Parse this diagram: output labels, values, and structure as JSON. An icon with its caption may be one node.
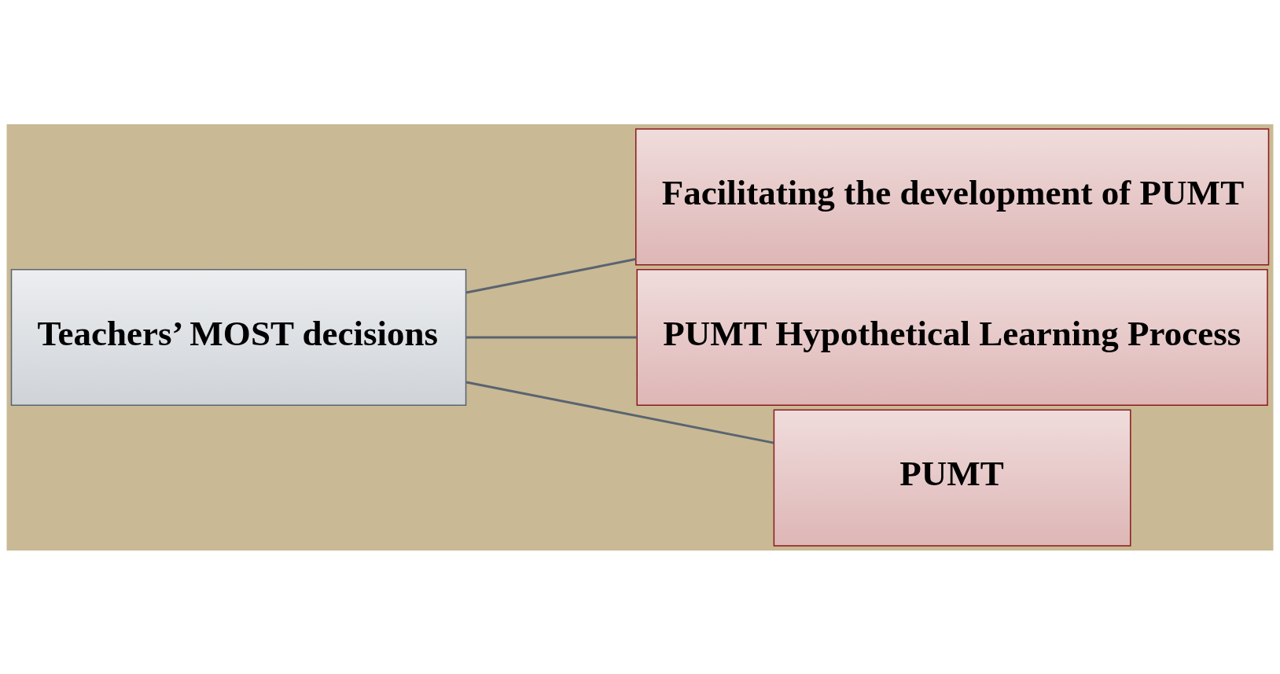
{
  "diagram": {
    "nodes": [
      {
        "text": [
          "Facilitating the development of PUMT"
        ]
      },
      {
        "text": [
          "PUMT Hypothetical Learning Process"
        ]
      },
      {
        "text": [
          "PUMT"
        ]
      },
      {
        "text": [
          "Teachers’ MOST decisions"
        ]
      }
    ],
    "edges": [
      {
        "from": 3,
        "to": 0,
        "arrow": "none"
      },
      {
        "from": 3,
        "to": 1,
        "arrow": "none"
      },
      {
        "from": 3,
        "to": 2,
        "arrow": "none"
      }
    ]
  }
}
